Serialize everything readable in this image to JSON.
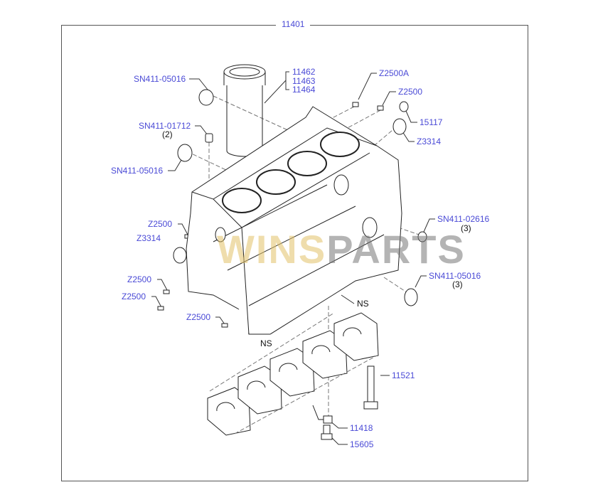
{
  "diagram": {
    "assembly_number": "11401",
    "watermark": {
      "part1": "WINS",
      "part2": "PARTS"
    },
    "callouts": [
      {
        "id": "sn411-05016-top",
        "label": "SN411-05016"
      },
      {
        "id": "11462",
        "label": "11462"
      },
      {
        "id": "11463",
        "label": "11463"
      },
      {
        "id": "11464",
        "label": "11464"
      },
      {
        "id": "z2500a",
        "label": "Z2500A"
      },
      {
        "id": "z2500-top",
        "label": "Z2500"
      },
      {
        "id": "15117",
        "label": "15117"
      },
      {
        "id": "z3314-right",
        "label": "Z3314"
      },
      {
        "id": "sn411-01712",
        "label": "SN411-01712",
        "qty": "(2)"
      },
      {
        "id": "sn411-05016-left",
        "label": "SN411-05016"
      },
      {
        "id": "z2500-left1",
        "label": "Z2500"
      },
      {
        "id": "z3314-left",
        "label": "Z3314"
      },
      {
        "id": "sn411-02616",
        "label": "SN411-02616",
        "qty": "(3)"
      },
      {
        "id": "sn411-05016-right",
        "label": "SN411-05016",
        "qty": "(3)"
      },
      {
        "id": "z2500-left2",
        "label": "Z2500"
      },
      {
        "id": "z2500-left3",
        "label": "Z2500"
      },
      {
        "id": "z2500-bottom",
        "label": "Z2500"
      },
      {
        "id": "ns-1",
        "label": "NS"
      },
      {
        "id": "ns-2",
        "label": "NS"
      },
      {
        "id": "11521",
        "label": "11521"
      },
      {
        "id": "11418",
        "label": "11418"
      },
      {
        "id": "15605",
        "label": "15605"
      }
    ]
  }
}
